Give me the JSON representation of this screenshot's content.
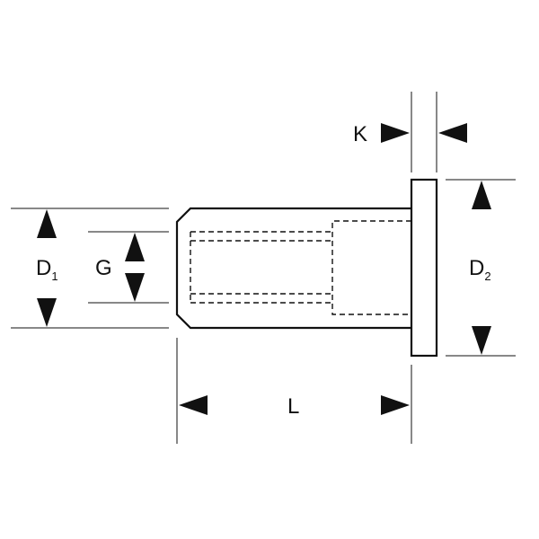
{
  "labels": {
    "d1": "D",
    "d1_sub": "1",
    "g": "G",
    "d2": "D",
    "d2_sub": "2",
    "l": "L",
    "k": "K"
  }
}
